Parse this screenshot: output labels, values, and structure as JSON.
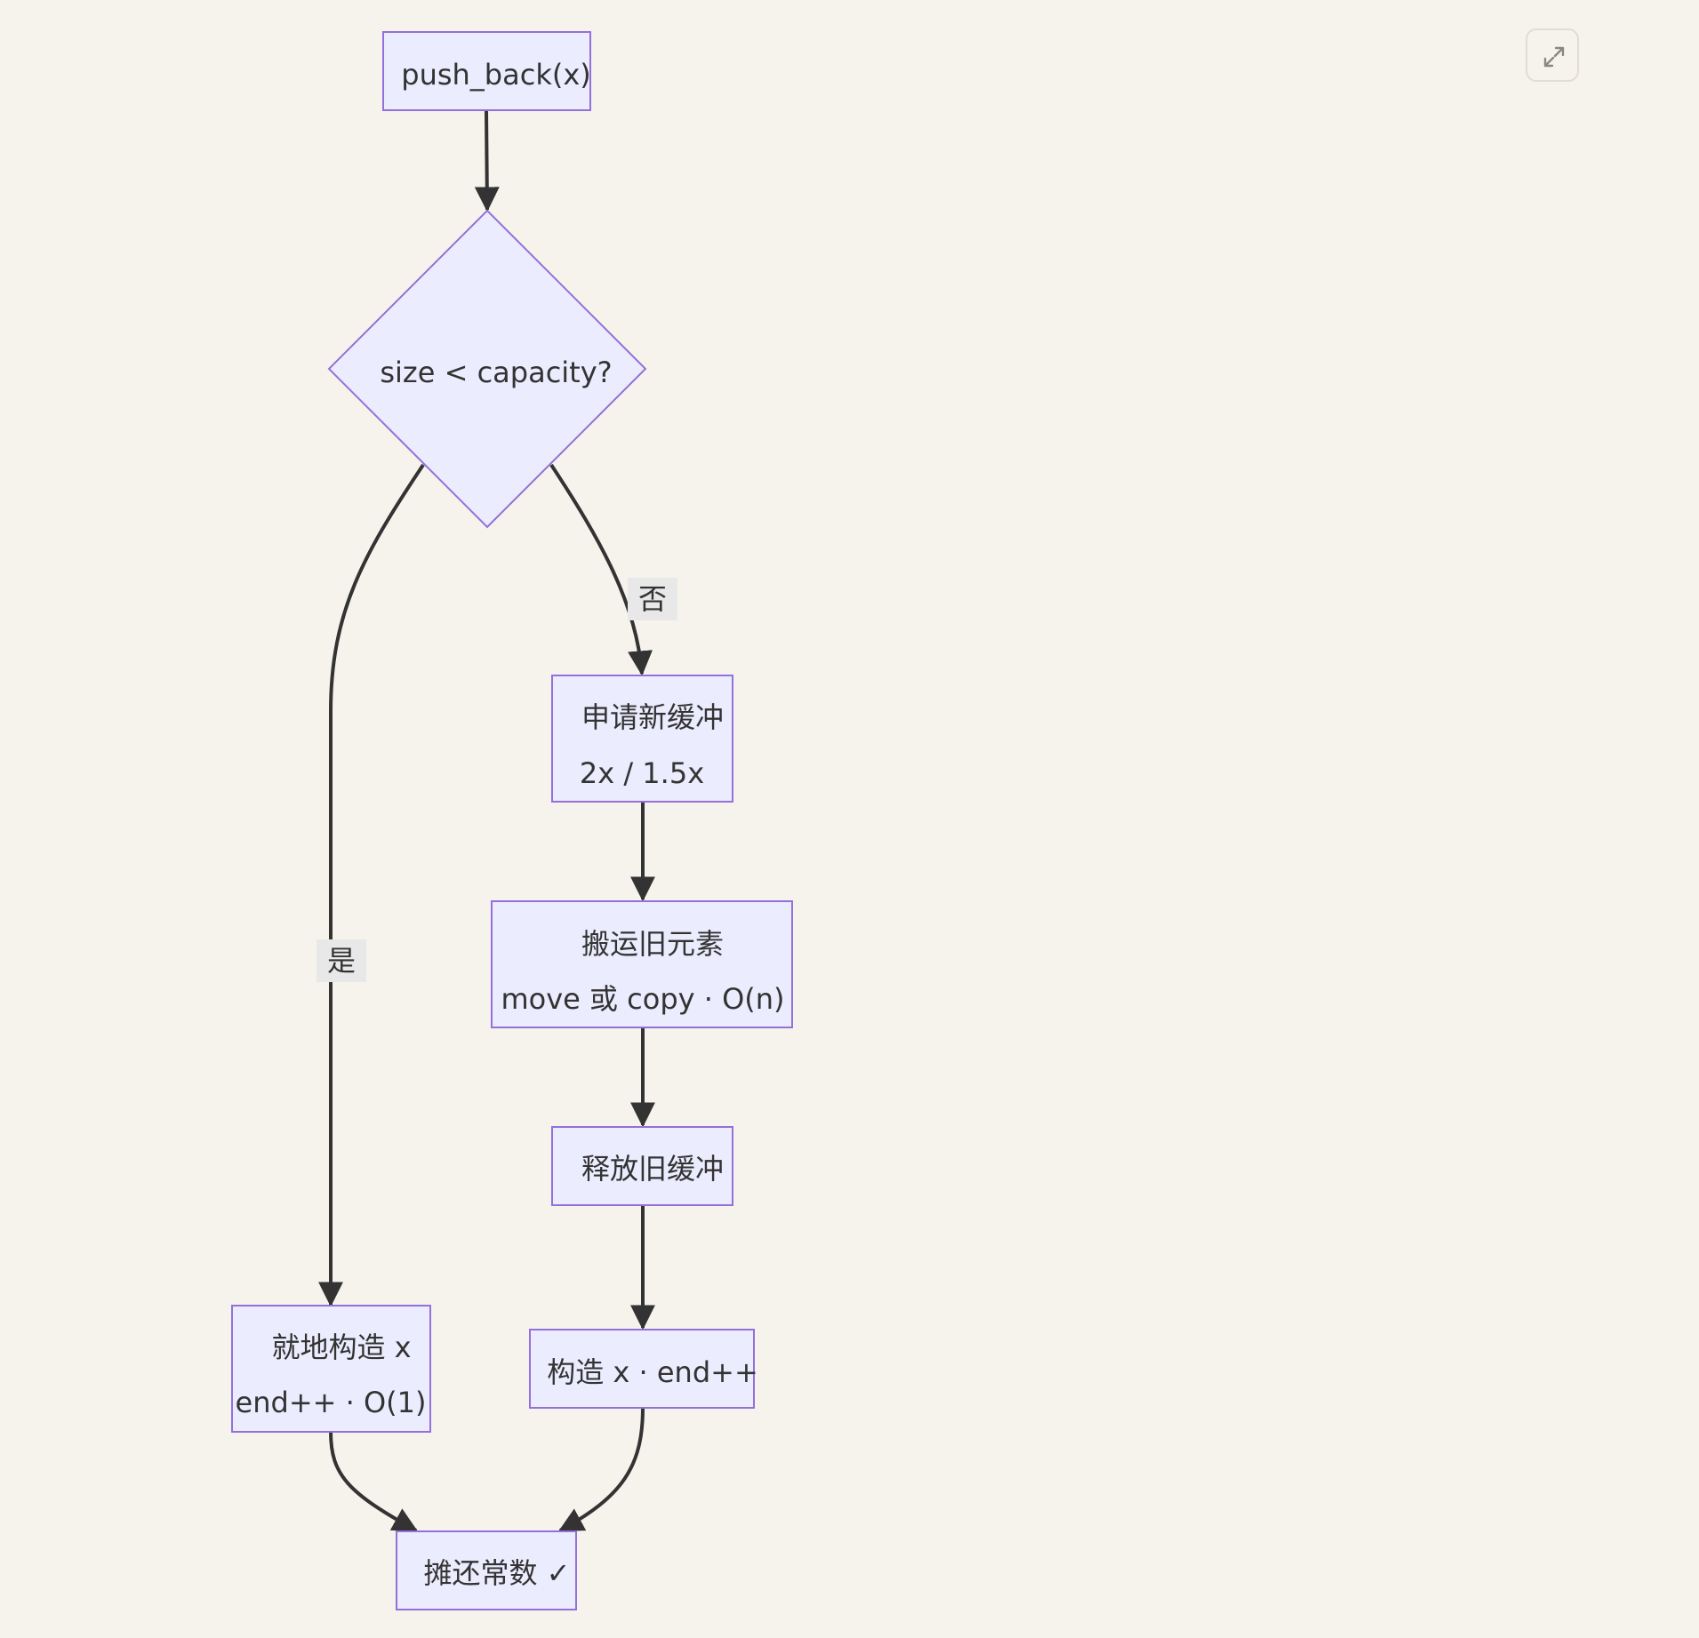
{
  "diagram": {
    "nodes": {
      "start": "push_back(x)",
      "decision": "size < capacity?",
      "alloc_line1": "申请新缓冲",
      "alloc_line2": "2x / 1.5x",
      "move_line1": "搬运旧元素",
      "move_line2": "move 或 copy · O(n)",
      "free": "释放旧缓冲",
      "construct_slow": "构造 x · end++",
      "construct_fast_line1": "就地构造 x",
      "construct_fast_line2": "end++ · O(1)",
      "end": "摊还常数 ✓"
    },
    "edge_labels": {
      "yes": "是",
      "no": "否"
    },
    "colors": {
      "background": "#f6f3ec",
      "node_fill": "#ececff",
      "node_stroke": "#9370db",
      "edge": "#333333",
      "edge_label_bg": "#e8e8e8"
    }
  },
  "toolbar": {
    "expand_icon": "expand-icon"
  }
}
